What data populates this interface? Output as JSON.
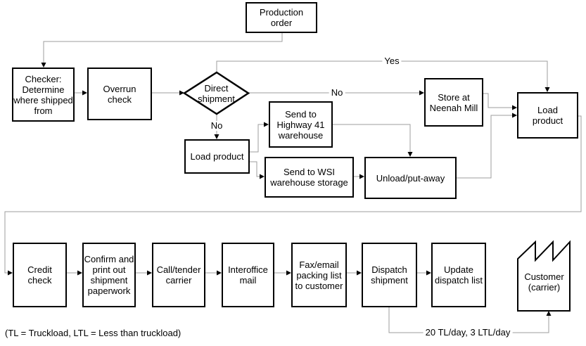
{
  "colors": {
    "background": "#ffffff",
    "node_border": "#000000",
    "connector_line": "#9e9e9e",
    "arrowhead": "#000000",
    "text": "#000000"
  },
  "nodes": {
    "production_order": {
      "label": "Production\norder"
    },
    "checker": {
      "label": "Checker:\nDetermine\nwhere shipped\nfrom"
    },
    "overrun_check": {
      "label": "Overrun\ncheck"
    },
    "direct_shipment": {
      "label": "Direct\nshipment"
    },
    "load_product_mid": {
      "label": "Load product"
    },
    "send_highway41": {
      "label": "Send to\nHighway 41\nwarehouse"
    },
    "send_wsi": {
      "label": "Send to WSI\nwarehouse storage"
    },
    "unload_putaway": {
      "label": "Unload/put-away"
    },
    "store_neenah": {
      "label": "Store at\nNeenah Mill"
    },
    "load_product_right": {
      "label": "Load\nproduct"
    },
    "credit_check": {
      "label": "Credit\ncheck"
    },
    "confirm_paperwork": {
      "label": "Confirm and\nprint out\nshipment\npaperwork"
    },
    "call_tender_carrier": {
      "label": "Call/tender\ncarrier"
    },
    "interoffice_mail": {
      "label": "Interoffice\nmail"
    },
    "fax_email_packing": {
      "label": "Fax/email\npacking list\nto customer"
    },
    "dispatch_shipment": {
      "label": "Dispatch\nshipment"
    },
    "update_dispatch_list": {
      "label": "Update\ndispatch list"
    },
    "customer_carrier": {
      "label": "Customer\n(carrier)"
    }
  },
  "edge_labels": {
    "yes": "Yes",
    "no_to_store": "No",
    "no_down": "No",
    "dispatch_rate": "20 TL/day,  3 LTL/day"
  },
  "footnote": "(TL = Truckload, LTL = Less than truckload)"
}
